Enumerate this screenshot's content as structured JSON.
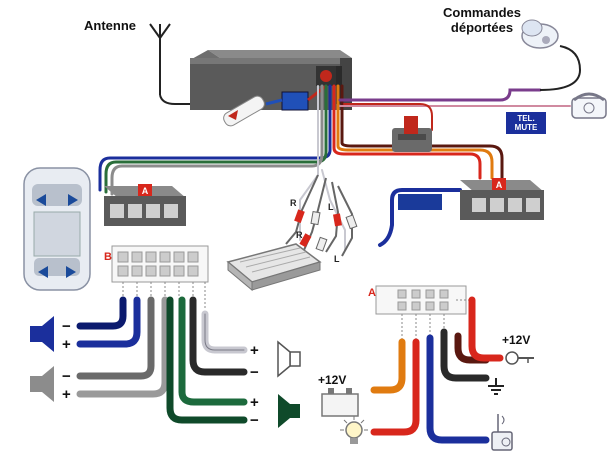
{
  "labels": {
    "antenna": "Antenne",
    "remote_line1": "Commandes",
    "remote_line2": "déportées",
    "tel_mute_1": "TEL.",
    "tel_mute_2": "MUTE",
    "connector_a_left": "A",
    "connector_a_right": "A",
    "connector_a_pinout": "A",
    "connector_b": "B",
    "plus_12v_left": "+12V",
    "plus_12v_right": "+12V",
    "rca_r_1": "R",
    "rca_l_1": "L",
    "rca_r_2": "R",
    "rca_l_2": "L",
    "minus": "−",
    "plus": "+"
  },
  "colors": {
    "blue_wire": "#1b2f9c",
    "dark_blue_wire": "#0b1a6e",
    "grey_wire": "#8c8c8c",
    "dark_green_wire": "#0f4a2a",
    "white_wire": "#c8c8d0",
    "orange_wire": "#e07b10",
    "red_wire": "#d8271c",
    "brown_wire": "#5a1810",
    "purple_wire": "#7a3c8c",
    "pink_wire": "#d08aa0",
    "radio_body": "#5a5a5a"
  }
}
